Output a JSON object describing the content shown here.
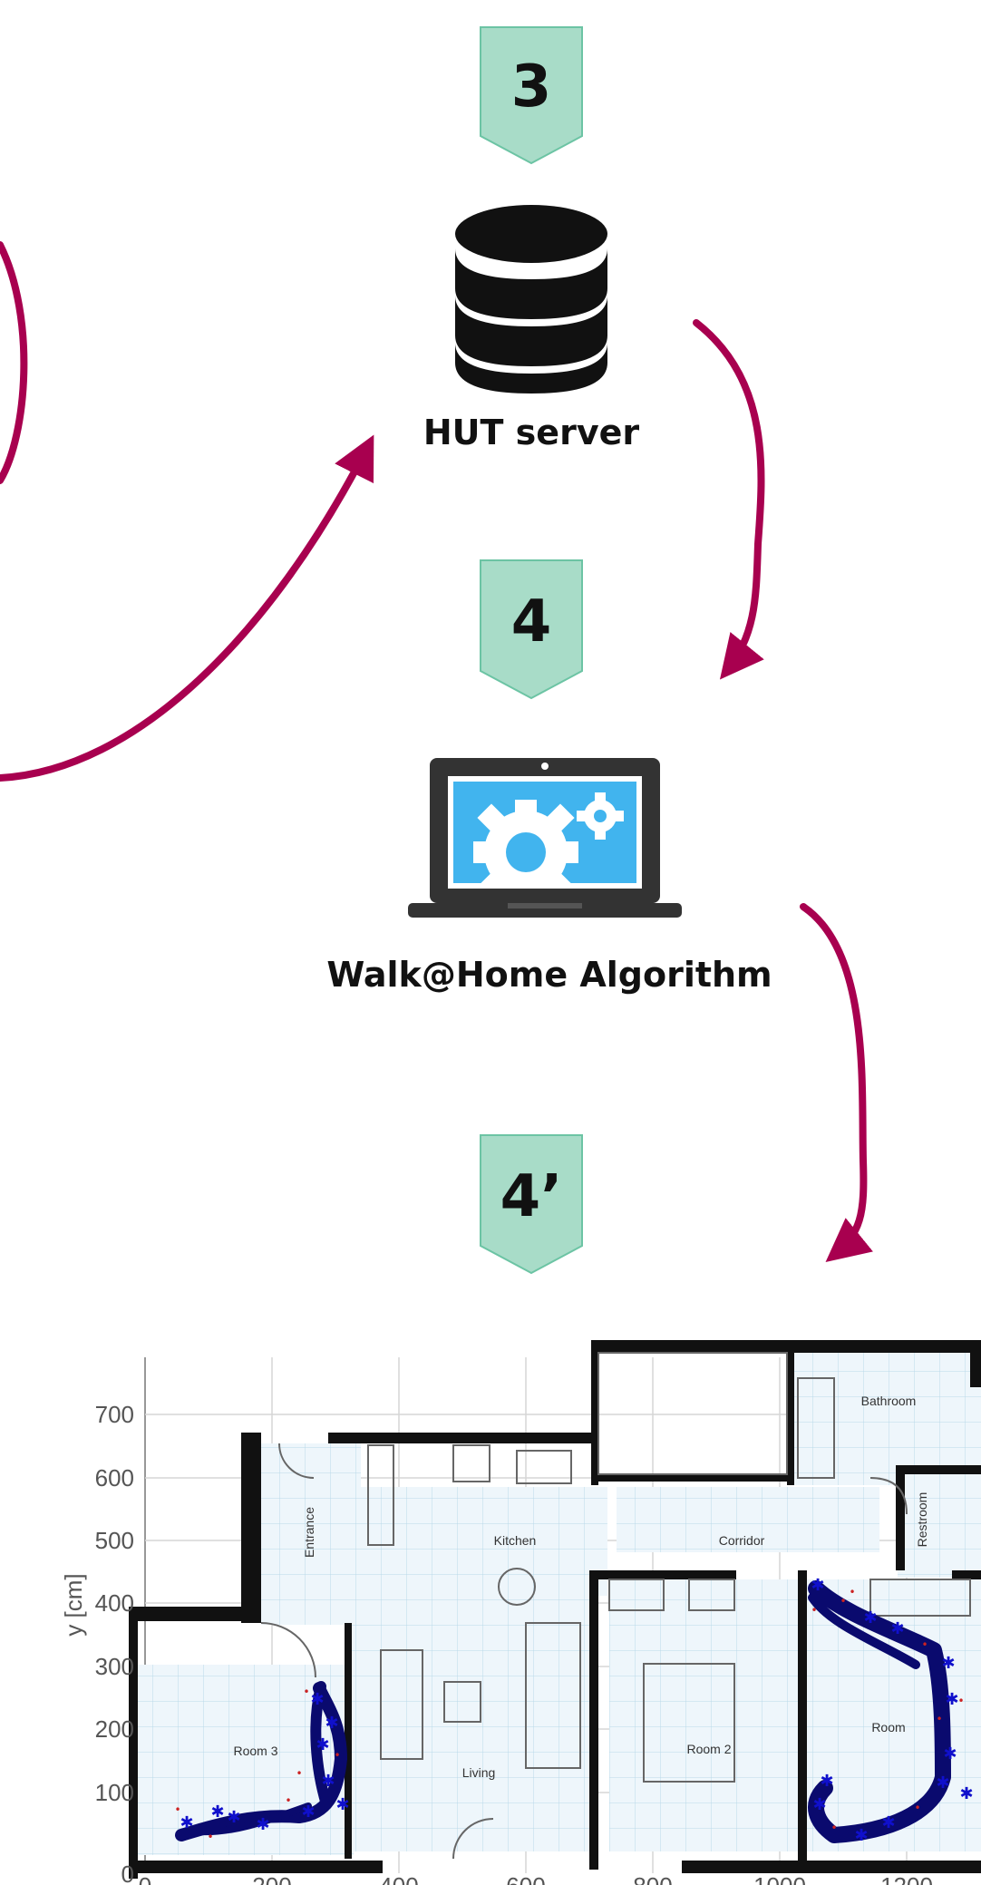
{
  "colors": {
    "badge_fill": "#a8dcc8",
    "badge_stroke": "#6cc4a4",
    "arrow": "#a8004f",
    "icon_dark": "#111111",
    "screen_blue": "#41b4ee",
    "laptop_body": "#333333",
    "trajectory": "#0a0a6e",
    "marker_red": "#cc2222",
    "marker_blue": "#1010cc"
  },
  "steps": [
    {
      "number": "3"
    },
    {
      "number": "4"
    },
    {
      "number": "4’"
    }
  ],
  "server": {
    "label": "HUT server",
    "icon": "database-icon"
  },
  "algorithm": {
    "label": "Walk@Home Algorithm",
    "icon": "laptop-gear-icon"
  },
  "floorplan": {
    "ylabel": "y [cm]",
    "y_ticks": [
      "0",
      "100",
      "200",
      "300",
      "400",
      "500",
      "600",
      "700"
    ],
    "x_ticks": [
      "0",
      "200",
      "400",
      "600",
      "800",
      "1000",
      "1200"
    ],
    "rooms": [
      "Bathroom",
      "Restroom",
      "Entrance",
      "Kitchen",
      "Corridor",
      "Room 3",
      "Living",
      "Room 2",
      "Room"
    ]
  }
}
